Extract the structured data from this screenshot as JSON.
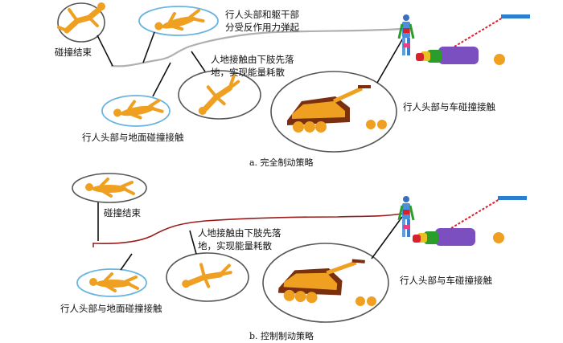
{
  "panel_a": {
    "caption": "a.  完全制动策略",
    "label_collision_end": "碰撞结束",
    "label_rebound_line1": "行人头部和躯干部",
    "label_rebound_line2": "分受反作用力弹起",
    "label_ground_line1": "人地接触由下肢先落",
    "label_ground_line2": "地，实现能量耗散",
    "label_head_vehicle": "行人头部与车碰撞接触",
    "label_head_ground": "行人头部与地面碰撞接触"
  },
  "panel_b": {
    "caption": "b.  控制制动策略",
    "label_collision_end": "碰撞结束",
    "label_ground_line1": "人地接触由下肢先落",
    "label_ground_line2": "地，实现能量耗散",
    "label_head_vehicle": "行人头部与车碰撞接触",
    "label_head_ground": "行人头部与地面碰撞接触"
  },
  "colors": {
    "pedestrian": "#f0a020",
    "vehicle_purple": "#7b4fbf",
    "vehicle_red": "#d9212e",
    "vehicle_blue": "#2a7fd0",
    "trajectory_a": "#b0b0b0",
    "trajectory_b": "#9b1c1c",
    "ellipse_blue": "#6ab4e0",
    "ellipse_grey": "#555555"
  }
}
